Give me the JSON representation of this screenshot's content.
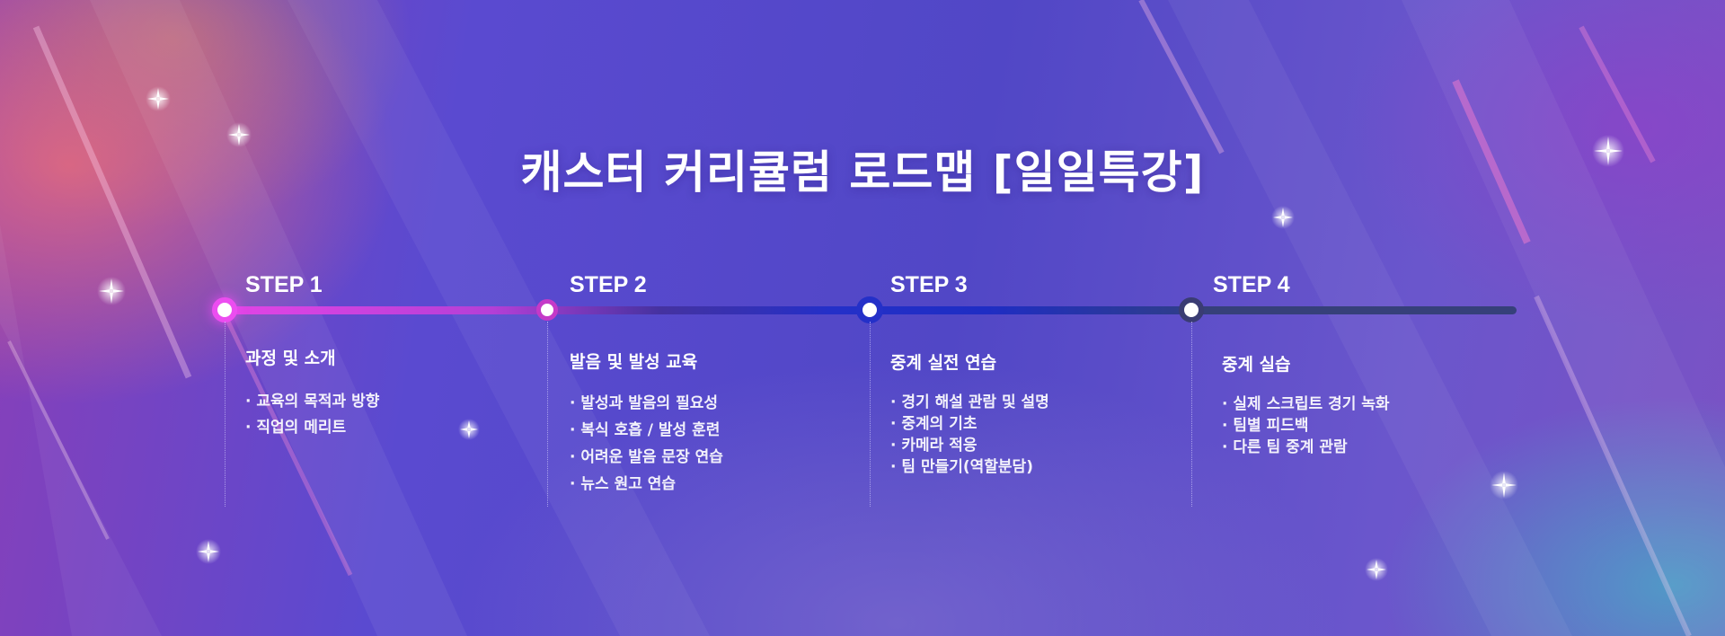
{
  "title": "캐스터 커리큘럼 로드맵 [일일특강]",
  "colors": {
    "progress_pink": "#e445e6",
    "progress_blue": "#2430c8",
    "track": "#36407a",
    "text": "#ffffff"
  },
  "steps": [
    {
      "label": "STEP 1",
      "heading": "과정 및 소개",
      "items": [
        "교육의 목적과 방향",
        "직업의 메리트"
      ]
    },
    {
      "label": "STEP 2",
      "heading": "발음 및 발성 교육",
      "items": [
        "발성과 발음의 필요성",
        "복식 호흡 / 발성 훈련",
        "어려운 발음 문장 연습",
        "뉴스 원고 연습"
      ]
    },
    {
      "label": "STEP 3",
      "heading": "중계 실전 연습",
      "items": [
        "경기 해설 관람 및 설명",
        "중계의 기초",
        "카메라 적응",
        "팀 만들기(역할분담)"
      ]
    },
    {
      "label": "STEP 4",
      "heading": "중계 실습",
      "items": [
        "실제 스크립트 경기 녹화",
        "팀별 피드백",
        "다른 팀 중계 관람"
      ]
    }
  ]
}
